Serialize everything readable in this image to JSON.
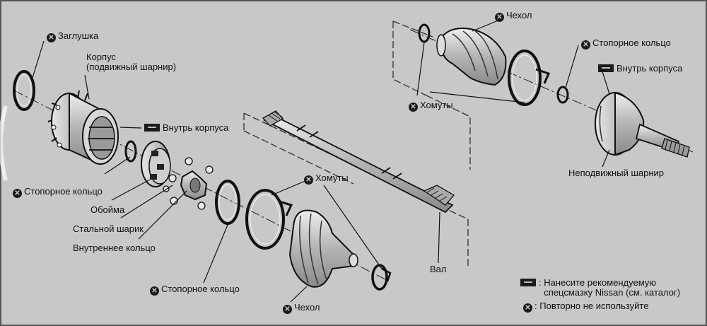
{
  "labels": {
    "plug": "Заглушка",
    "housing": "Корпус\n(подвижный шарнир)",
    "inside_housing_left": "Внутрь корпуса",
    "snap_ring_left": "Стопорное кольцо",
    "cage": "Обойма",
    "steel_ball": "Стальной шарик",
    "inner_ring": "Внутреннее кольцо",
    "snap_ring_bottom": "Стопорное кольцо",
    "boot_bottom": "Чехол",
    "clamps_middle": "Хомуты",
    "shaft": "Вал",
    "boot_top": "Чехол",
    "snap_ring_right": "Стопорное кольцо",
    "inside_housing_right": "Внутрь корпуса",
    "clamps_top": "Хомуты",
    "fixed_joint": "Неподвижный шарнир"
  },
  "legend": {
    "grease_note": "Нанесите рекомендуемую\nспецсмазку Nissan (см. каталог)",
    "no_reuse_note": "Повторно не используйте",
    "separator": ":"
  },
  "icons": {
    "no_reuse": "circled-x-icon",
    "grease": "grease-tube-icon"
  },
  "colors": {
    "background": "#c8c8c8",
    "ink": "#111111"
  }
}
